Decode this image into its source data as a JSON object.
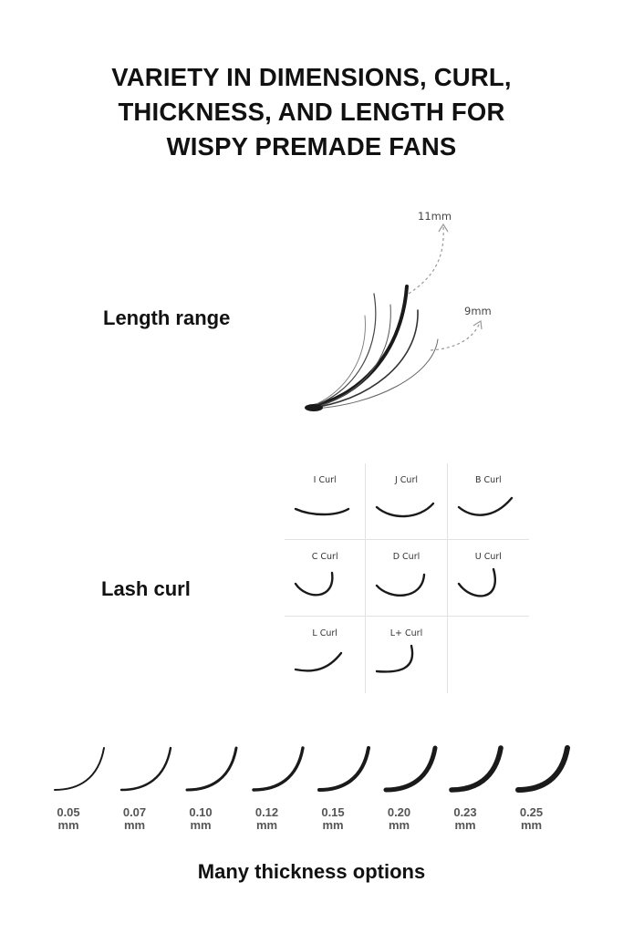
{
  "title": {
    "line1": "VARIETY IN DIMENSIONS, CURL,",
    "line2": "THICKNESS, AND LENGTH FOR",
    "line3": "WISPY PREMADE FANS"
  },
  "length_section": {
    "label": "Length range",
    "max_length": "11mm",
    "min_length": "9mm"
  },
  "curl_section": {
    "label": "Lash curl",
    "curls": [
      "I Curl",
      "J Curl",
      "B Curl",
      "C Curl",
      "D Curl",
      "U Curl",
      "L Curl",
      "L+ Curl"
    ]
  },
  "thickness_section": {
    "caption": "Many thickness options",
    "unit": "mm",
    "options": [
      "0.05",
      "0.07",
      "0.10",
      "0.12",
      "0.15",
      "0.20",
      "0.23",
      "0.25"
    ]
  },
  "colors": {
    "text": "#111111",
    "lash": "#1a1a1a",
    "grid_line": "#e2e2e2",
    "dashed_arrow": "#888888"
  }
}
